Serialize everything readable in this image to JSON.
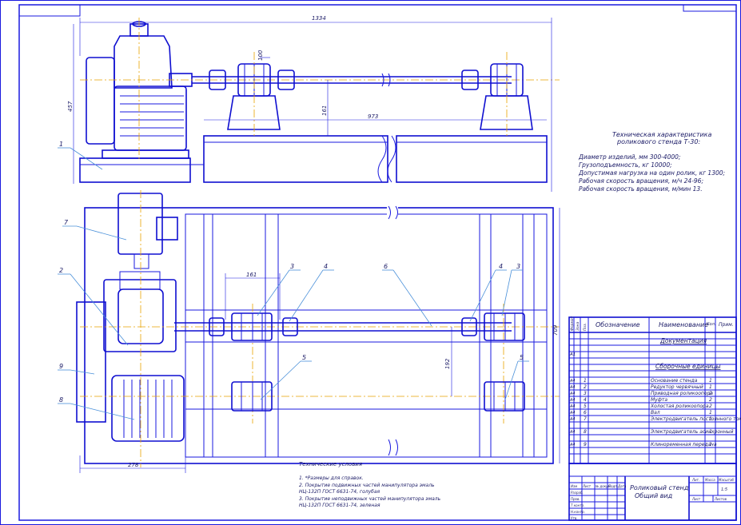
{
  "dimensions": {
    "overall_length": "1334",
    "height": "457",
    "roller_width": "100",
    "shaft_height": "161",
    "span": "973",
    "roller_spacing": "161",
    "roller_offset": "192",
    "plan_height": "709",
    "base_width": "278"
  },
  "callouts": [
    "1",
    "7",
    "2",
    "9",
    "8",
    "3",
    "4",
    "6",
    "4",
    "3",
    "5",
    "5"
  ],
  "spec": {
    "title_line1": "Техническая характеристика",
    "title_line2": "роликового стенда Т-30:",
    "lines": [
      "Диаметр изделий, мм 300-4000;",
      "Грузоподъемность, кг 10000;",
      "Допустимая нагрузка на один ролик, кг 1300;",
      "Рабочая скорость вращения, м/ч 24-96;",
      "Рабочая скорость вращения, м/мин 13."
    ]
  },
  "tech_conditions": {
    "title": "Технические условия",
    "lines": [
      "1. *Размеры для справок.",
      "2. Покрытие подвижных частей манипулятора эмаль",
      "НЦ-132П ГОСТ 6631-74, голубая",
      "3. Покрытие неподвижных частей манипулятора эмаль",
      "НЦ-132П ГОСТ 6631-74, зеленая"
    ]
  },
  "bom": {
    "headers": {
      "format": "Формат",
      "zone": "Зона",
      "pos": "Поз.",
      "designation": "Обозначение",
      "name": "Наименование",
      "qty": "Кол.",
      "note": "Прим."
    },
    "doc_section": "Документация",
    "doc_format": "А1",
    "assembly_section": "Сборочные единицы",
    "rows": [
      {
        "format": "А4",
        "pos": "1",
        "name": "Основание стенда",
        "qty": "1"
      },
      {
        "format": "А4",
        "pos": "2",
        "name": "Редуктор червячный",
        "qty": "1"
      },
      {
        "format": "А4",
        "pos": "3",
        "name": "Приводная роликоопора",
        "qty": "2"
      },
      {
        "format": "А4",
        "pos": "4",
        "name": "Муфта",
        "qty": "2"
      },
      {
        "format": "А4",
        "pos": "5",
        "name": "Холостая роликоопора",
        "qty": "2"
      },
      {
        "format": "А4",
        "pos": "6",
        "name": "Вал",
        "qty": "1"
      },
      {
        "format": "А4",
        "pos": "7",
        "name": "Электродвигатель постоянного тока",
        "qty": "1"
      },
      {
        "format": "А4",
        "pos": "8",
        "name": "Электродвигатель асинхронный",
        "qty": "1"
      },
      {
        "format": "А4",
        "pos": "9",
        "name": "Клиноременная передача",
        "qty": "1"
      }
    ]
  },
  "title_block": {
    "title_line1": "Роликовый стенд",
    "title_line2": "Общий вид",
    "labels": [
      "Изм",
      "Лист",
      "№ докум",
      "Подп.",
      "Дата",
      "Разраб.",
      "Пров.",
      "Т.контр.",
      "Н.контр.",
      "Утв.",
      "Лит.",
      "Масса",
      "Масштаб",
      "Лист",
      "Листов"
    ],
    "scale": "1:5"
  }
}
